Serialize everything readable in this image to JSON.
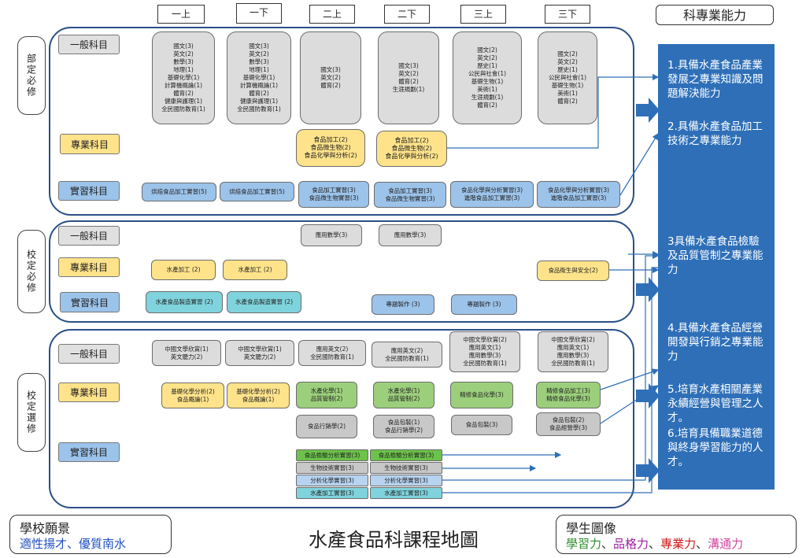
{
  "colors": {
    "panel": "#2e6fb8",
    "section_border": "#2b4f86",
    "arrow": "#2e6fb8"
  },
  "grades": [
    "一上",
    "一下",
    "二上",
    "二下",
    "三上",
    "三下"
  ],
  "abilities_title": "科專業能力",
  "abilities": [
    "1.具備水產食品產業發展之專業知識及問題解決能力",
    "2.具備水產食品加工技術之專業能力",
    "3具備水產食品檢驗及品質管制之專業能力",
    "4.具備水產食品經營開發與行銷之專業能力",
    "5.培育水產相關產業永續經營與管理之人才。",
    "6.培育具備職業道德與終身學習能力的人才。"
  ],
  "sections": [
    {
      "name": "部定必修",
      "rows": [
        {
          "label": "一般科目",
          "cells": [
            "國文(3)\n英文(2)\n數學(3)\n地理(1)\n基礎化學(1)\n計算機概論(1)\n體育(2)\n健康與護理(1)\n全民國防教育(1)",
            "國文(3)\n英文(2)\n數學(3)\n地理(1)\n基礎化學(1)\n計算機概論(1)\n體育(2)\n健康與護理(1)\n全民國防教育(1)",
            "國文(3)\n英文(2)\n體育(2)",
            "國文(3)\n英文(2)\n體育(2)\n生涯規劃(1)",
            "國文(2)\n英文(2)\n歷史(1)\n公民與社會(1)\n基礎生物(1)\n美術(1)\n生涯規劃(1)\n體育(2)",
            "國文(2)\n英文(2)\n歷史(1)\n公民與社會(1)\n基礎生物(1)\n美術(1)\n體育(2)"
          ]
        },
        {
          "label": "專業科目",
          "cells": [
            "食品加工(2)\n食品微生物(2)\n食品化學與分析(2)",
            "食品加工(2)\n食品微生物(2)\n食品化學與分析(2)"
          ]
        },
        {
          "label": "實習科目",
          "cells": [
            "烘焙食品加工實習(5)",
            "烘焙食品加工實習(5)",
            "食品加工實習(3)\n食品微生物實習(3)",
            "食品加工實習(3)\n食品微生物實習(3)",
            "食品化學與分析實習(3)\n進階食品加工實習(3)",
            "食品化學與分析實習(3)\n進階食品加工實習(3)"
          ]
        }
      ]
    },
    {
      "name": "校定必修",
      "rows": [
        {
          "label": "一般科目",
          "cells": [
            "應用數學(3)",
            "應用數學(3)"
          ]
        },
        {
          "label": "專業科目",
          "cells": [
            "水產加工 (2)",
            "水產加工 (2)",
            "食品衛生與安全(2)"
          ]
        },
        {
          "label": "實習科目",
          "cells": [
            "水產食品製造實習 (2)",
            "水產食品製造實習 (2)",
            "專題製作 (3)",
            "專題製作 (3)"
          ]
        }
      ]
    },
    {
      "name": "校定選修",
      "rows": [
        {
          "label": "一般科目",
          "cells": [
            "中國文學欣賞(1)\n英文聽力(2)",
            "中國文學欣賞(1)\n英文聽力(2)",
            "應用英文(2)\n全民國防教育(1)",
            "應用英文(2)\n全民國防教育(1)",
            "中國文學欣賞(2)\n應用英文(1)\n應用數學(3)\n全民國防教育(1)",
            "中國文學欣賞(2)\n應用英文(1)\n應用數學(3)\n全民國防教育(1)"
          ]
        },
        {
          "label": "專業科目",
          "cells": [
            "基礎化學分析(2)\n食品概論(1)",
            "基礎化學分析(2)\n食品概論(1)",
            "水產化學(1)\n品質管制(2)",
            "水產化學(1)\n品質管制(2)",
            "精修食品化學(3)",
            "精修食品加工(3)\n精修食品化學(3)",
            "食品行銷學(2)",
            "食品包裝(1)\n食品行銷學(2)",
            "食品包裝(3)",
            "食品包裝(2)\n食品經營學(3)"
          ]
        },
        {
          "label": "實習科目",
          "cells": [
            "食品檢驗分析實習(3)",
            "食品檢驗分析實習(3)",
            "生物技術實習(3)",
            "生物技術實習(3)",
            "分析化學實習(3)",
            "分析化學實習(3)",
            "水產加工實習(3)",
            "水產加工實習(3)"
          ]
        }
      ]
    }
  ],
  "footer": {
    "vision_title": "學校願景",
    "vision_text": "適性揚才、優質南水",
    "map_title": "水產食品科課程地圖",
    "portrait_title": "學生圖像",
    "portrait_items": [
      {
        "text": "學習力",
        "color": "#2e8b2e"
      },
      {
        "text": "、",
        "color": "#333333"
      },
      {
        "text": "品格力",
        "color": "#a020a0"
      },
      {
        "text": "、",
        "color": "#333333"
      },
      {
        "text": "專業力",
        "color": "#d01818"
      },
      {
        "text": "、",
        "color": "#333333"
      },
      {
        "text": "溝通力",
        "color": "#d04aa0"
      }
    ]
  }
}
